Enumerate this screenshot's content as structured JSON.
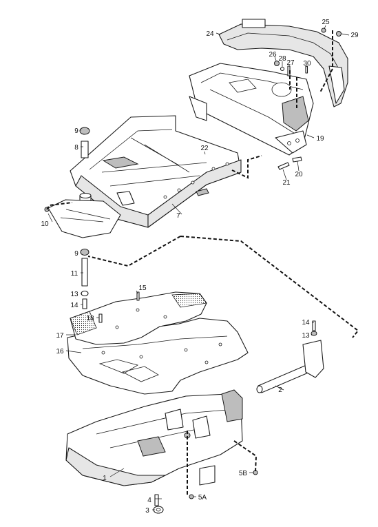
{
  "callouts": [
    {
      "id": "c1",
      "text": "1"
    },
    {
      "id": "c2",
      "text": "2"
    },
    {
      "id": "c3",
      "text": "3"
    },
    {
      "id": "c4",
      "text": "4"
    },
    {
      "id": "c5a",
      "text": "5A"
    },
    {
      "id": "c5b",
      "text": "5B"
    },
    {
      "id": "c7",
      "text": "7"
    },
    {
      "id": "c8",
      "text": "8"
    },
    {
      "id": "c9a",
      "text": "9"
    },
    {
      "id": "c9b",
      "text": "9"
    },
    {
      "id": "c10",
      "text": "10"
    },
    {
      "id": "c11",
      "text": "11"
    },
    {
      "id": "c13a",
      "text": "13"
    },
    {
      "id": "c13b",
      "text": "13"
    },
    {
      "id": "c14a",
      "text": "14"
    },
    {
      "id": "c14b",
      "text": "14"
    },
    {
      "id": "c15",
      "text": "15"
    },
    {
      "id": "c16",
      "text": "16"
    },
    {
      "id": "c17",
      "text": "17"
    },
    {
      "id": "c18",
      "text": "18"
    },
    {
      "id": "c19",
      "text": "19"
    },
    {
      "id": "c20",
      "text": "20"
    },
    {
      "id": "c21",
      "text": "21"
    },
    {
      "id": "c22",
      "text": "22"
    },
    {
      "id": "c24",
      "text": "24"
    },
    {
      "id": "c25",
      "text": "25"
    },
    {
      "id": "c26",
      "text": "26"
    },
    {
      "id": "c27",
      "text": "27"
    },
    {
      "id": "c28",
      "text": "28"
    },
    {
      "id": "c29",
      "text": "29"
    },
    {
      "id": "c30",
      "text": "30"
    }
  ]
}
